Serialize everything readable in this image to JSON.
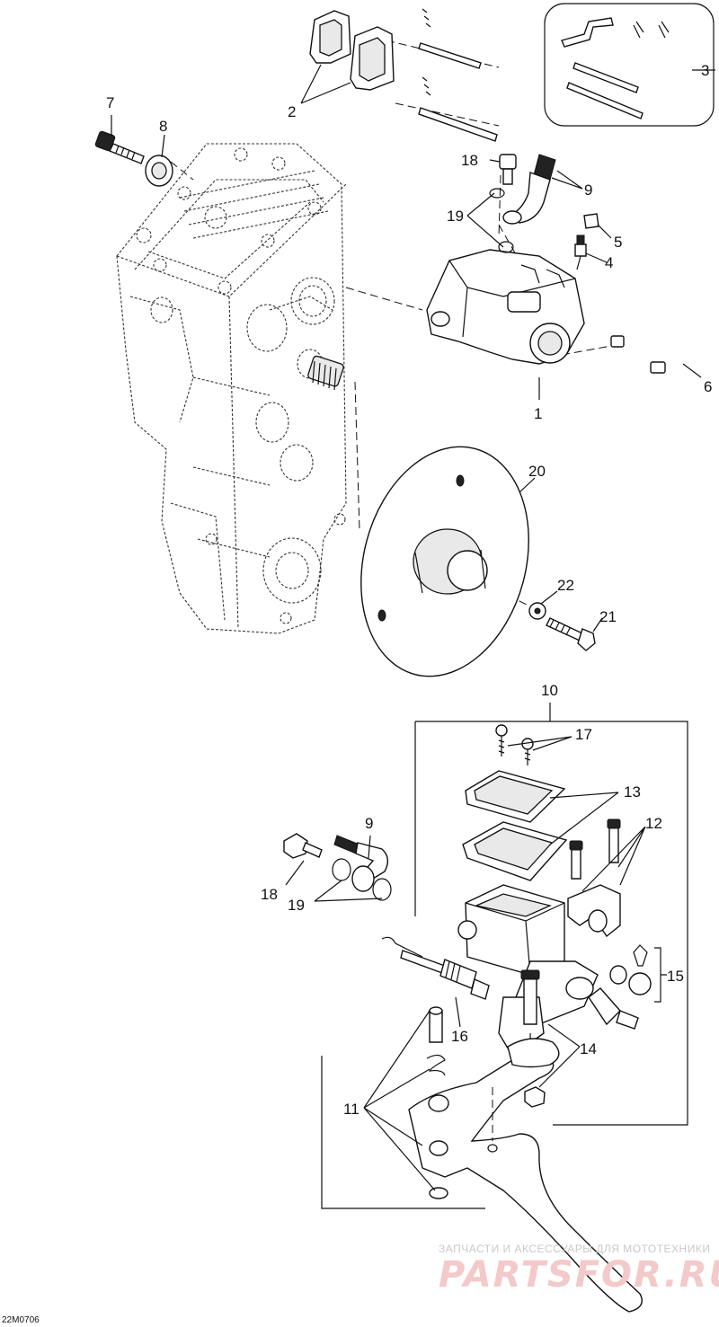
{
  "figure_code": "22M0706",
  "callouts": {
    "c1": "1",
    "c2": "2",
    "c3": "3",
    "c4": "4",
    "c5": "5",
    "c6": "6",
    "c7": "7",
    "c8": "8",
    "c9_top": "9",
    "c18_top": "18",
    "c19_top": "19",
    "c20": "20",
    "c21": "21",
    "c22": "22",
    "c10": "10",
    "c17": "17",
    "c13": "13",
    "c12": "12",
    "c9_bot": "9",
    "c18_bot": "18",
    "c19_bot": "19",
    "c15": "15",
    "c16": "16",
    "c14": "14",
    "c11": "11"
  },
  "watermark": {
    "line1": "ЗАПЧАСТИ И АКСЕССУАРЫ ДЛЯ МОТОТЕХНИКИ",
    "line2": "PARTSFOR.RU"
  }
}
